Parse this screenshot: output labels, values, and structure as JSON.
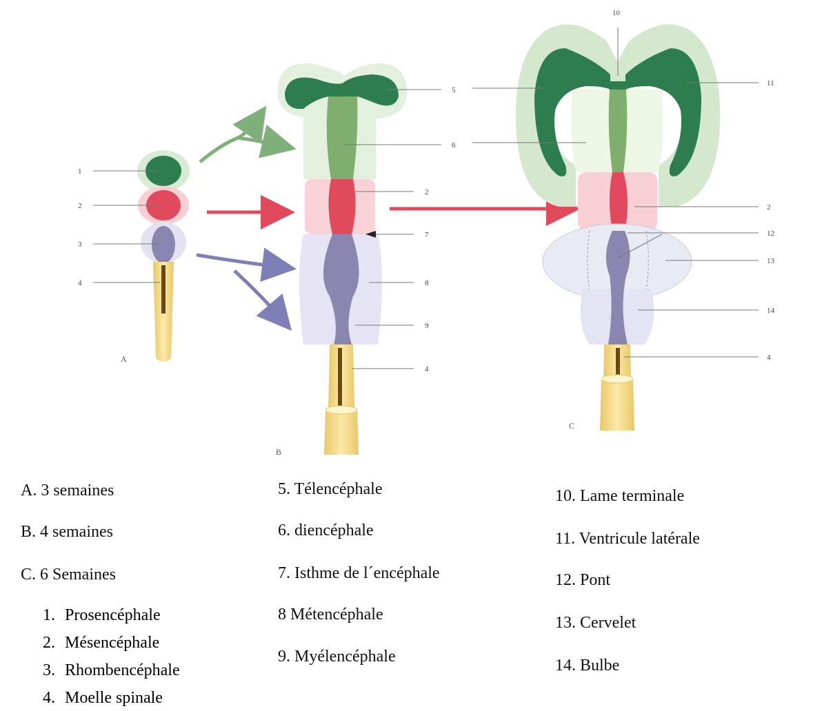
{
  "figure": {
    "panels": {
      "a": "A",
      "b": "B",
      "c": "C"
    },
    "numbers": {
      "a": [
        "1",
        "2",
        "3",
        "4"
      ],
      "b": [
        "5",
        "6",
        "2",
        "7",
        "8",
        "9",
        "4"
      ],
      "c": [
        "10",
        "11",
        "2",
        "12",
        "13",
        "14",
        "4"
      ]
    },
    "colors": {
      "telencephalon": "#2e7d4f",
      "diencephalon": "#8fb87a",
      "mesencephalon": "#e14a5c",
      "rhombencephalon": "#8a86b0",
      "spinal_cord": "#f0d68a",
      "arrow_green": "#7fb07a",
      "arrow_red": "#e14a5c",
      "arrow_blue": "#7f7fb8"
    }
  },
  "legend": {
    "col1": [
      "A. 3 semaines",
      "B. 4 semaines",
      "C. 6 Semaines"
    ],
    "col1_list": [
      {
        "num": "1.",
        "text": "Prosencéphale"
      },
      {
        "num": "2.",
        "text": "Mésencéphale"
      },
      {
        "num": "3.",
        "text": "Rhombencéphale"
      },
      {
        "num": "4.",
        "text": "Moelle spinale"
      }
    ],
    "col2": [
      "5. Télencéphale",
      "6. diencéphale",
      "7. Isthme de l´encéphale",
      "8 Métencéphale",
      "9. Myélencéphale"
    ],
    "col3": [
      "10. Lame terminale",
      "11. Ventricule latérale",
      "12. Pont",
      "13. Cervelet",
      "14. Bulbe"
    ]
  }
}
